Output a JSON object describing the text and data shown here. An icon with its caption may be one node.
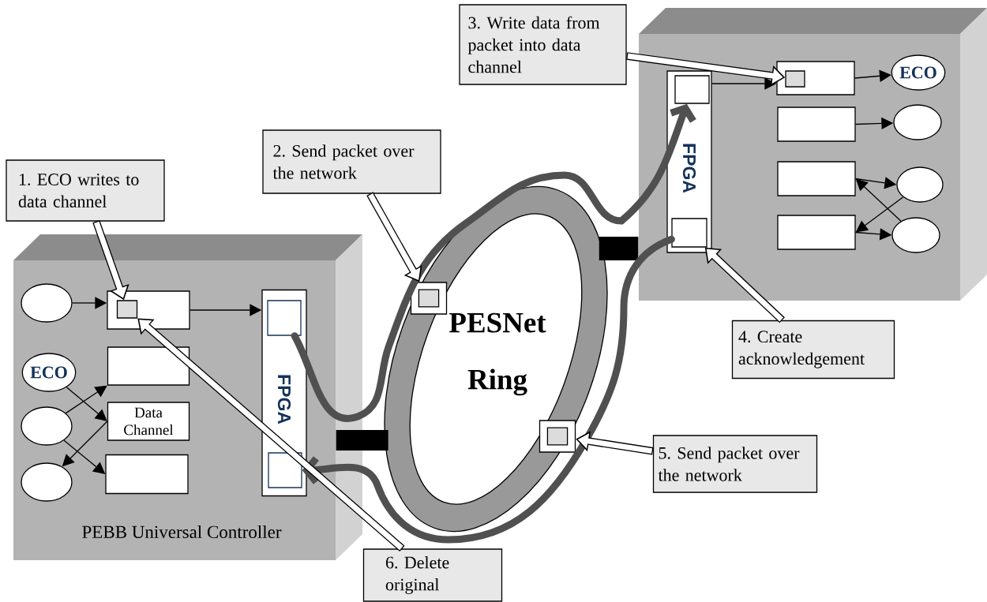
{
  "diagram": {
    "nodes": [
      {
        "text": [
          "PEBB Universal Controller"
        ]
      },
      {
        "text": [],
        "shape": "ellipse",
        "in": 0
      },
      {
        "text": [],
        "shape": "box",
        "in": 0
      },
      {
        "text": [],
        "shape": "box",
        "in": 2
      },
      {
        "text": [],
        "shape": "box",
        "in": 0
      },
      {
        "text": [
          "ECO"
        ],
        "in": 0
      },
      {
        "text": [
          "Data Channel"
        ],
        "in": 0
      },
      {
        "text": [],
        "shape": "ellipse",
        "in": 0
      },
      {
        "text": [],
        "shape": "box",
        "in": 0
      },
      {
        "text": [],
        "shape": "ellipse",
        "in": 0
      },
      {
        "text": [
          "FPGA"
        ],
        "in": 0
      },
      {
        "text": [],
        "shape": "box",
        "in": 10
      },
      {
        "text": [],
        "shape": "box",
        "in": 10
      },
      {
        "text": [
          "PESNet Ring"
        ]
      },
      {
        "text": [],
        "shape": "box",
        "in": 13
      },
      {
        "text": [],
        "shape": "box",
        "in": 13
      },
      {
        "text": [],
        "shape": "box"
      },
      {
        "text": [
          "FPGA"
        ],
        "in": 16
      },
      {
        "text": [],
        "shape": "box",
        "in": 17
      },
      {
        "text": [],
        "shape": "box",
        "in": 17
      },
      {
        "text": [],
        "shape": "box",
        "in": 16
      },
      {
        "text": [],
        "shape": "box",
        "in": 20
      },
      {
        "text": [
          "ECO"
        ],
        "in": 16
      },
      {
        "text": [],
        "shape": "box",
        "in": 16
      },
      {
        "text": [],
        "shape": "ellipse",
        "in": 16
      },
      {
        "text": [],
        "shape": "box",
        "in": 16
      },
      {
        "text": [],
        "shape": "ellipse",
        "in": 16
      },
      {
        "text": [],
        "shape": "box",
        "in": 16
      },
      {
        "text": [],
        "shape": "ellipse",
        "in": 16
      },
      {
        "text": [
          "1. ECO writes to data channel"
        ]
      },
      {
        "text": [
          "2. Send packet over the network"
        ]
      },
      {
        "text": [
          "3. Write data from packet into data channel"
        ]
      },
      {
        "text": [
          "4. Create acknowledgement"
        ]
      },
      {
        "text": [
          "5. Send packet over the network"
        ]
      },
      {
        "text": [
          "6. Delete original"
        ]
      }
    ],
    "edges": [
      {
        "from": 1,
        "to": 2,
        "arrow": "to"
      },
      {
        "from": 2,
        "to": 10,
        "arrow": "to"
      },
      {
        "from": 5,
        "to": 6,
        "arrow": "to"
      },
      {
        "from": 7,
        "to": 4,
        "arrow": "to"
      },
      {
        "from": 6,
        "to": 9,
        "arrow": "to"
      },
      {
        "from": 7,
        "to": 8,
        "arrow": "to"
      },
      {
        "from": 17,
        "to": 20,
        "arrow": "to"
      },
      {
        "from": 20,
        "to": 22,
        "arrow": "to"
      },
      {
        "from": 23,
        "to": 24,
        "arrow": "to"
      },
      {
        "from": 25,
        "to": 26,
        "arrow": "to"
      },
      {
        "from": 28,
        "to": 25,
        "arrow": "to"
      },
      {
        "from": 26,
        "to": 27,
        "arrow": "to"
      },
      {
        "from": 27,
        "to": 28,
        "arrow": "to"
      },
      {
        "from": 13,
        "to": 0,
        "arrow": "none",
        "style": "thick"
      },
      {
        "from": 13,
        "to": 16,
        "arrow": "none",
        "style": "thick"
      },
      {
        "from": 11,
        "to": 18,
        "arrow": "to",
        "style": "thick",
        "color": "#505050"
      },
      {
        "from": 19,
        "to": 12,
        "arrow": "to",
        "style": "thick",
        "color": "#505050"
      },
      {
        "from": 29,
        "to": 3,
        "arrow": "to",
        "style": "thick"
      },
      {
        "from": 30,
        "to": 14,
        "arrow": "to",
        "style": "thick"
      },
      {
        "from": 31,
        "to": 21,
        "arrow": "to",
        "style": "thick"
      },
      {
        "from": 32,
        "to": 19,
        "arrow": "to",
        "style": "thick"
      },
      {
        "from": 33,
        "to": 15,
        "arrow": "to",
        "style": "thick"
      },
      {
        "from": 34,
        "to": 3,
        "arrow": "to",
        "style": "thick"
      }
    ]
  }
}
